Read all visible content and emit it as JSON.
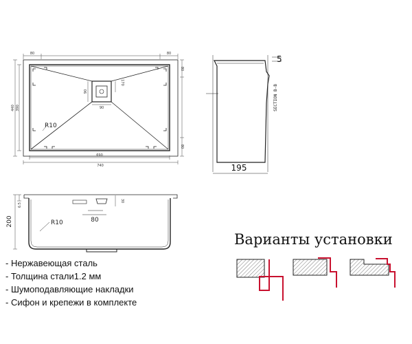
{
  "top_view": {
    "dims": {
      "left_offset": "80",
      "right_offset": "80",
      "right_top": "80",
      "right_bottom": "80",
      "outer_height": "440",
      "inner_height": "390",
      "drain_top": "170",
      "drain_side": "90",
      "drain_width": "90",
      "radius": "R10",
      "inner_width": "690",
      "outer_width": "740"
    }
  },
  "section_view": {
    "top_dim": "5",
    "depth_dim": "195",
    "label": "SECTION B-B"
  },
  "front_view": {
    "dims": {
      "flange": "6.5",
      "height": "200",
      "drain_offset": "30",
      "drain_width": "80",
      "radius": "R10"
    }
  },
  "features": [
    "- Нержавеющая сталь",
    "- Толщина стали1.2 мм",
    "- Шумоподавляющие накладки",
    "- Сифон и крепежи в комплекте"
  ],
  "install": {
    "heading": "Варианты установки"
  }
}
